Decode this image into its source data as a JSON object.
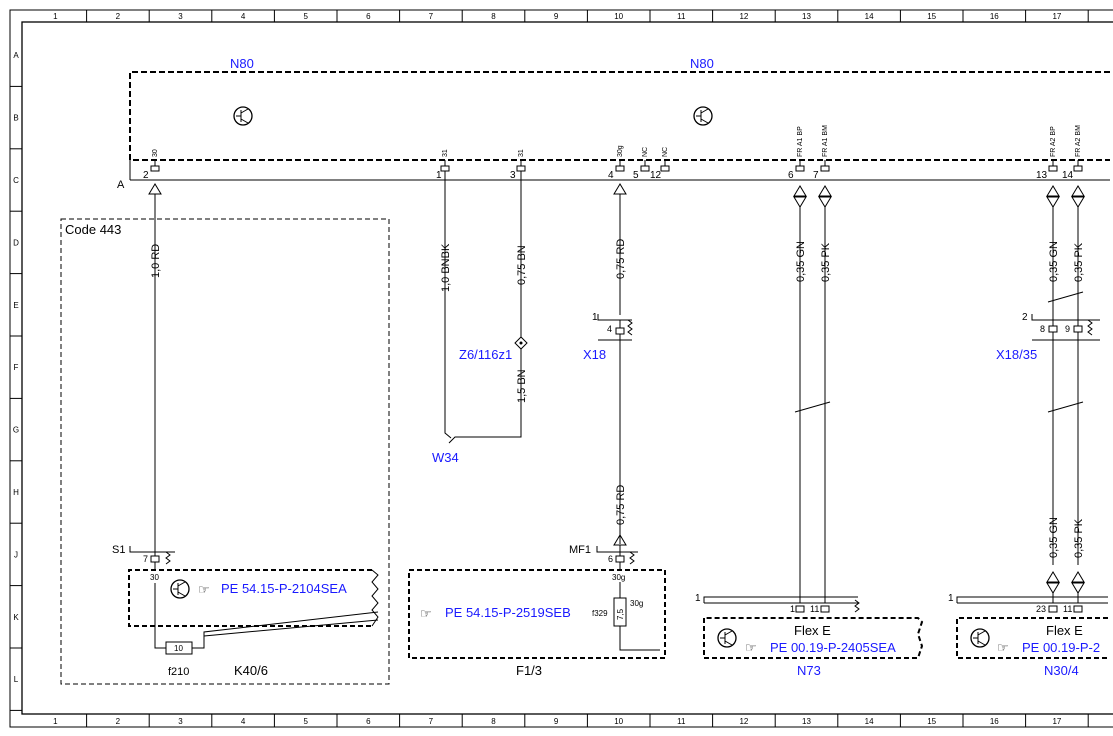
{
  "frame": {
    "col_labels": [
      "1",
      "2",
      "3",
      "4",
      "5",
      "6",
      "7",
      "8",
      "9",
      "10",
      "11",
      "12",
      "13",
      "14",
      "15",
      "16",
      "17"
    ],
    "row_labels": [
      "A",
      "B",
      "C",
      "D",
      "E",
      "F",
      "G",
      "H",
      "J",
      "K",
      "L"
    ]
  },
  "components": {
    "n80_left": "N80",
    "n80_right": "N80",
    "connector_a": "A",
    "code_443": "Code 443",
    "z6": "Z6/116z1",
    "x18": "X18",
    "x18_35": "X18/35",
    "w34": "W34",
    "s1": "S1",
    "mf1": "MF1",
    "k40": "K40/6",
    "f210": "f210",
    "f1_3": "F1/3",
    "n73": "N73",
    "n30_4": "N30/4",
    "flex_e_1": "Flex E",
    "flex_e_2": "Flex E",
    "f329": "f329"
  },
  "pins": {
    "p30": "30",
    "p31a": "31",
    "p31b": "31",
    "p30g": "30g",
    "nc1": "NC",
    "nc2": "NC",
    "fr_a1_bp": "FR A1 BP",
    "fr_a1_bm": "FR A1 BM",
    "fr_a2_bp": "FR A2 BP",
    "fr_a2_bm": "FR A2 BM",
    "n2": "2",
    "n1": "1",
    "n3": "3",
    "n4": "4",
    "n5": "5",
    "n12": "12",
    "n6": "6",
    "n7": "7",
    "n13": "13",
    "n14": "14",
    "x18_1": "1",
    "x18_4": "4",
    "x1835_2": "2",
    "x1835_8": "8",
    "x1835_9": "9",
    "s1_7": "7",
    "s1_30": "30",
    "mf1_6": "6",
    "mf1_30g": "30g",
    "mf1_30g_b": "30g",
    "fuse_10": "10",
    "fuse_75": "7,5",
    "n73_1": "1",
    "n73_pin1": "1",
    "n73_pin11": "11",
    "n30_1": "1",
    "n30_pin23": "23",
    "n30_pin11": "11"
  },
  "wires": {
    "w_10rd": "1,0 RD",
    "w_10bnbk": "1,0 BNBK",
    "w_075bn": "0,75 BN",
    "w_15bn": "1,5 BN",
    "w_075rd": "0,75 RD",
    "w_075rd_b": "0,75 RD",
    "w_035gn_a": "0,35 GN",
    "w_035pk_a": "0,35 PK",
    "w_035gn_b": "0,35 GN",
    "w_035pk_b": "0,35 PK",
    "w_035gn_c": "0,35 GN",
    "w_035pk_c": "0,35 PK"
  },
  "refs": {
    "k40_ref": "PE 54.15-P-2104SEA",
    "f13_ref": "PE 54.15-P-2519SEB",
    "n73_ref": "PE 00.19-P-2405SEA",
    "n30_ref": "PE 00.19-P-2"
  },
  "colors": {
    "line": "#000000",
    "label_blue": "#1a1aff",
    "background": "#ffffff"
  }
}
